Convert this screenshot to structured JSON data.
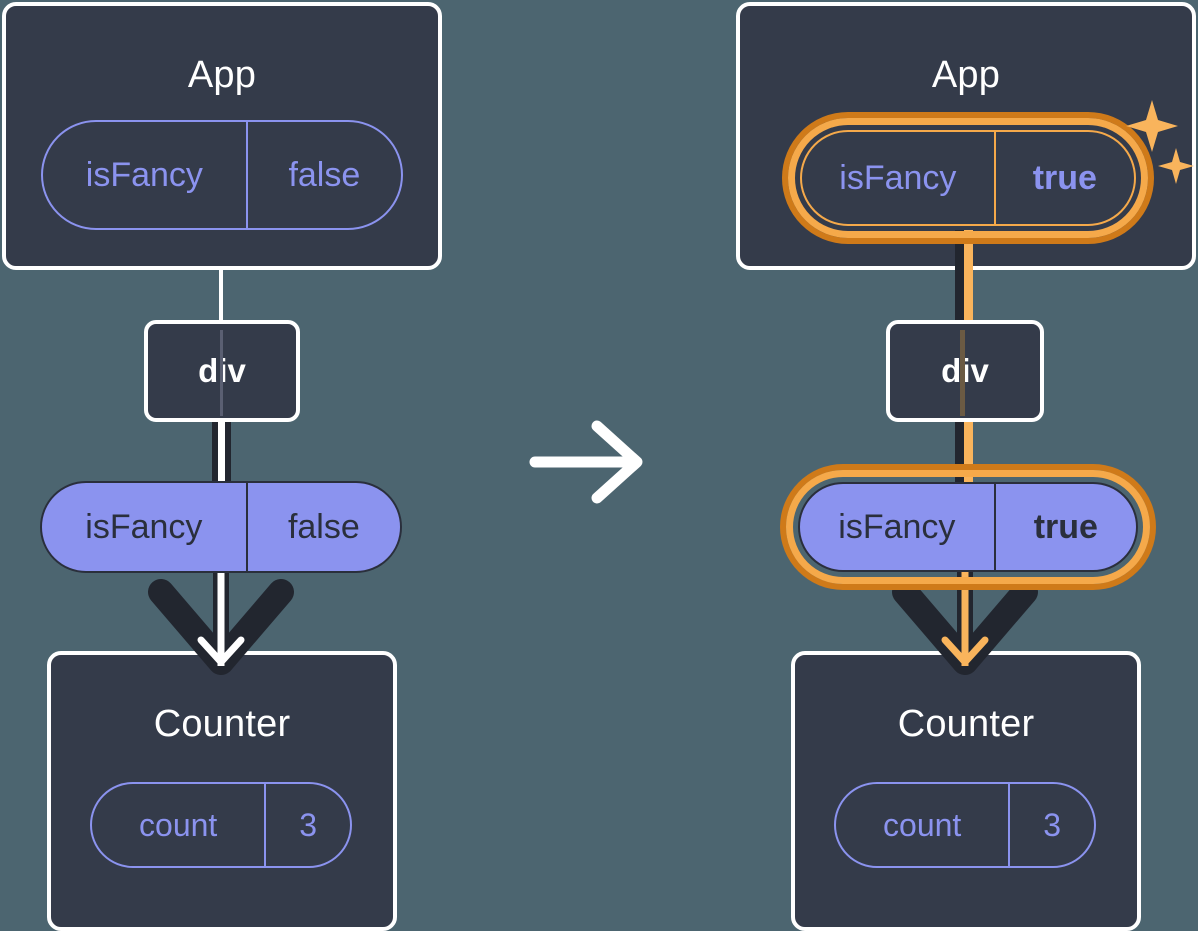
{
  "diagram": {
    "title_hidden": "",
    "background_color": "#4c6570",
    "card_color": "#343b4a",
    "accent_purple": "#8b93ef",
    "accent_orange": "#f5a94a",
    "accent_orange_dark": "#cf7a19",
    "transition_arrow_icon": "arrow-right-icon"
  },
  "panels": [
    {
      "id": "before",
      "app": {
        "title": "App",
        "state": {
          "key": "isFancy",
          "value": "false",
          "highlighted": false,
          "bold_value": false
        }
      },
      "element": {
        "label": "div"
      },
      "prop": {
        "key": "isFancy",
        "value": "false",
        "highlighted": false,
        "bold_value": false
      },
      "counter": {
        "title": "Counter",
        "state": {
          "key": "count",
          "value": "3",
          "highlighted": false,
          "bold_value": false
        }
      }
    },
    {
      "id": "after",
      "app": {
        "title": "App",
        "state": {
          "key": "isFancy",
          "value": "true",
          "highlighted": true,
          "bold_value": true
        }
      },
      "element": {
        "label": "div"
      },
      "prop": {
        "key": "isFancy",
        "value": "true",
        "highlighted": true,
        "bold_value": true
      },
      "counter": {
        "title": "Counter",
        "state": {
          "key": "count",
          "value": "3",
          "highlighted": false,
          "bold_value": false
        }
      },
      "sparkle_icon": "sparkles-icon"
    }
  ]
}
